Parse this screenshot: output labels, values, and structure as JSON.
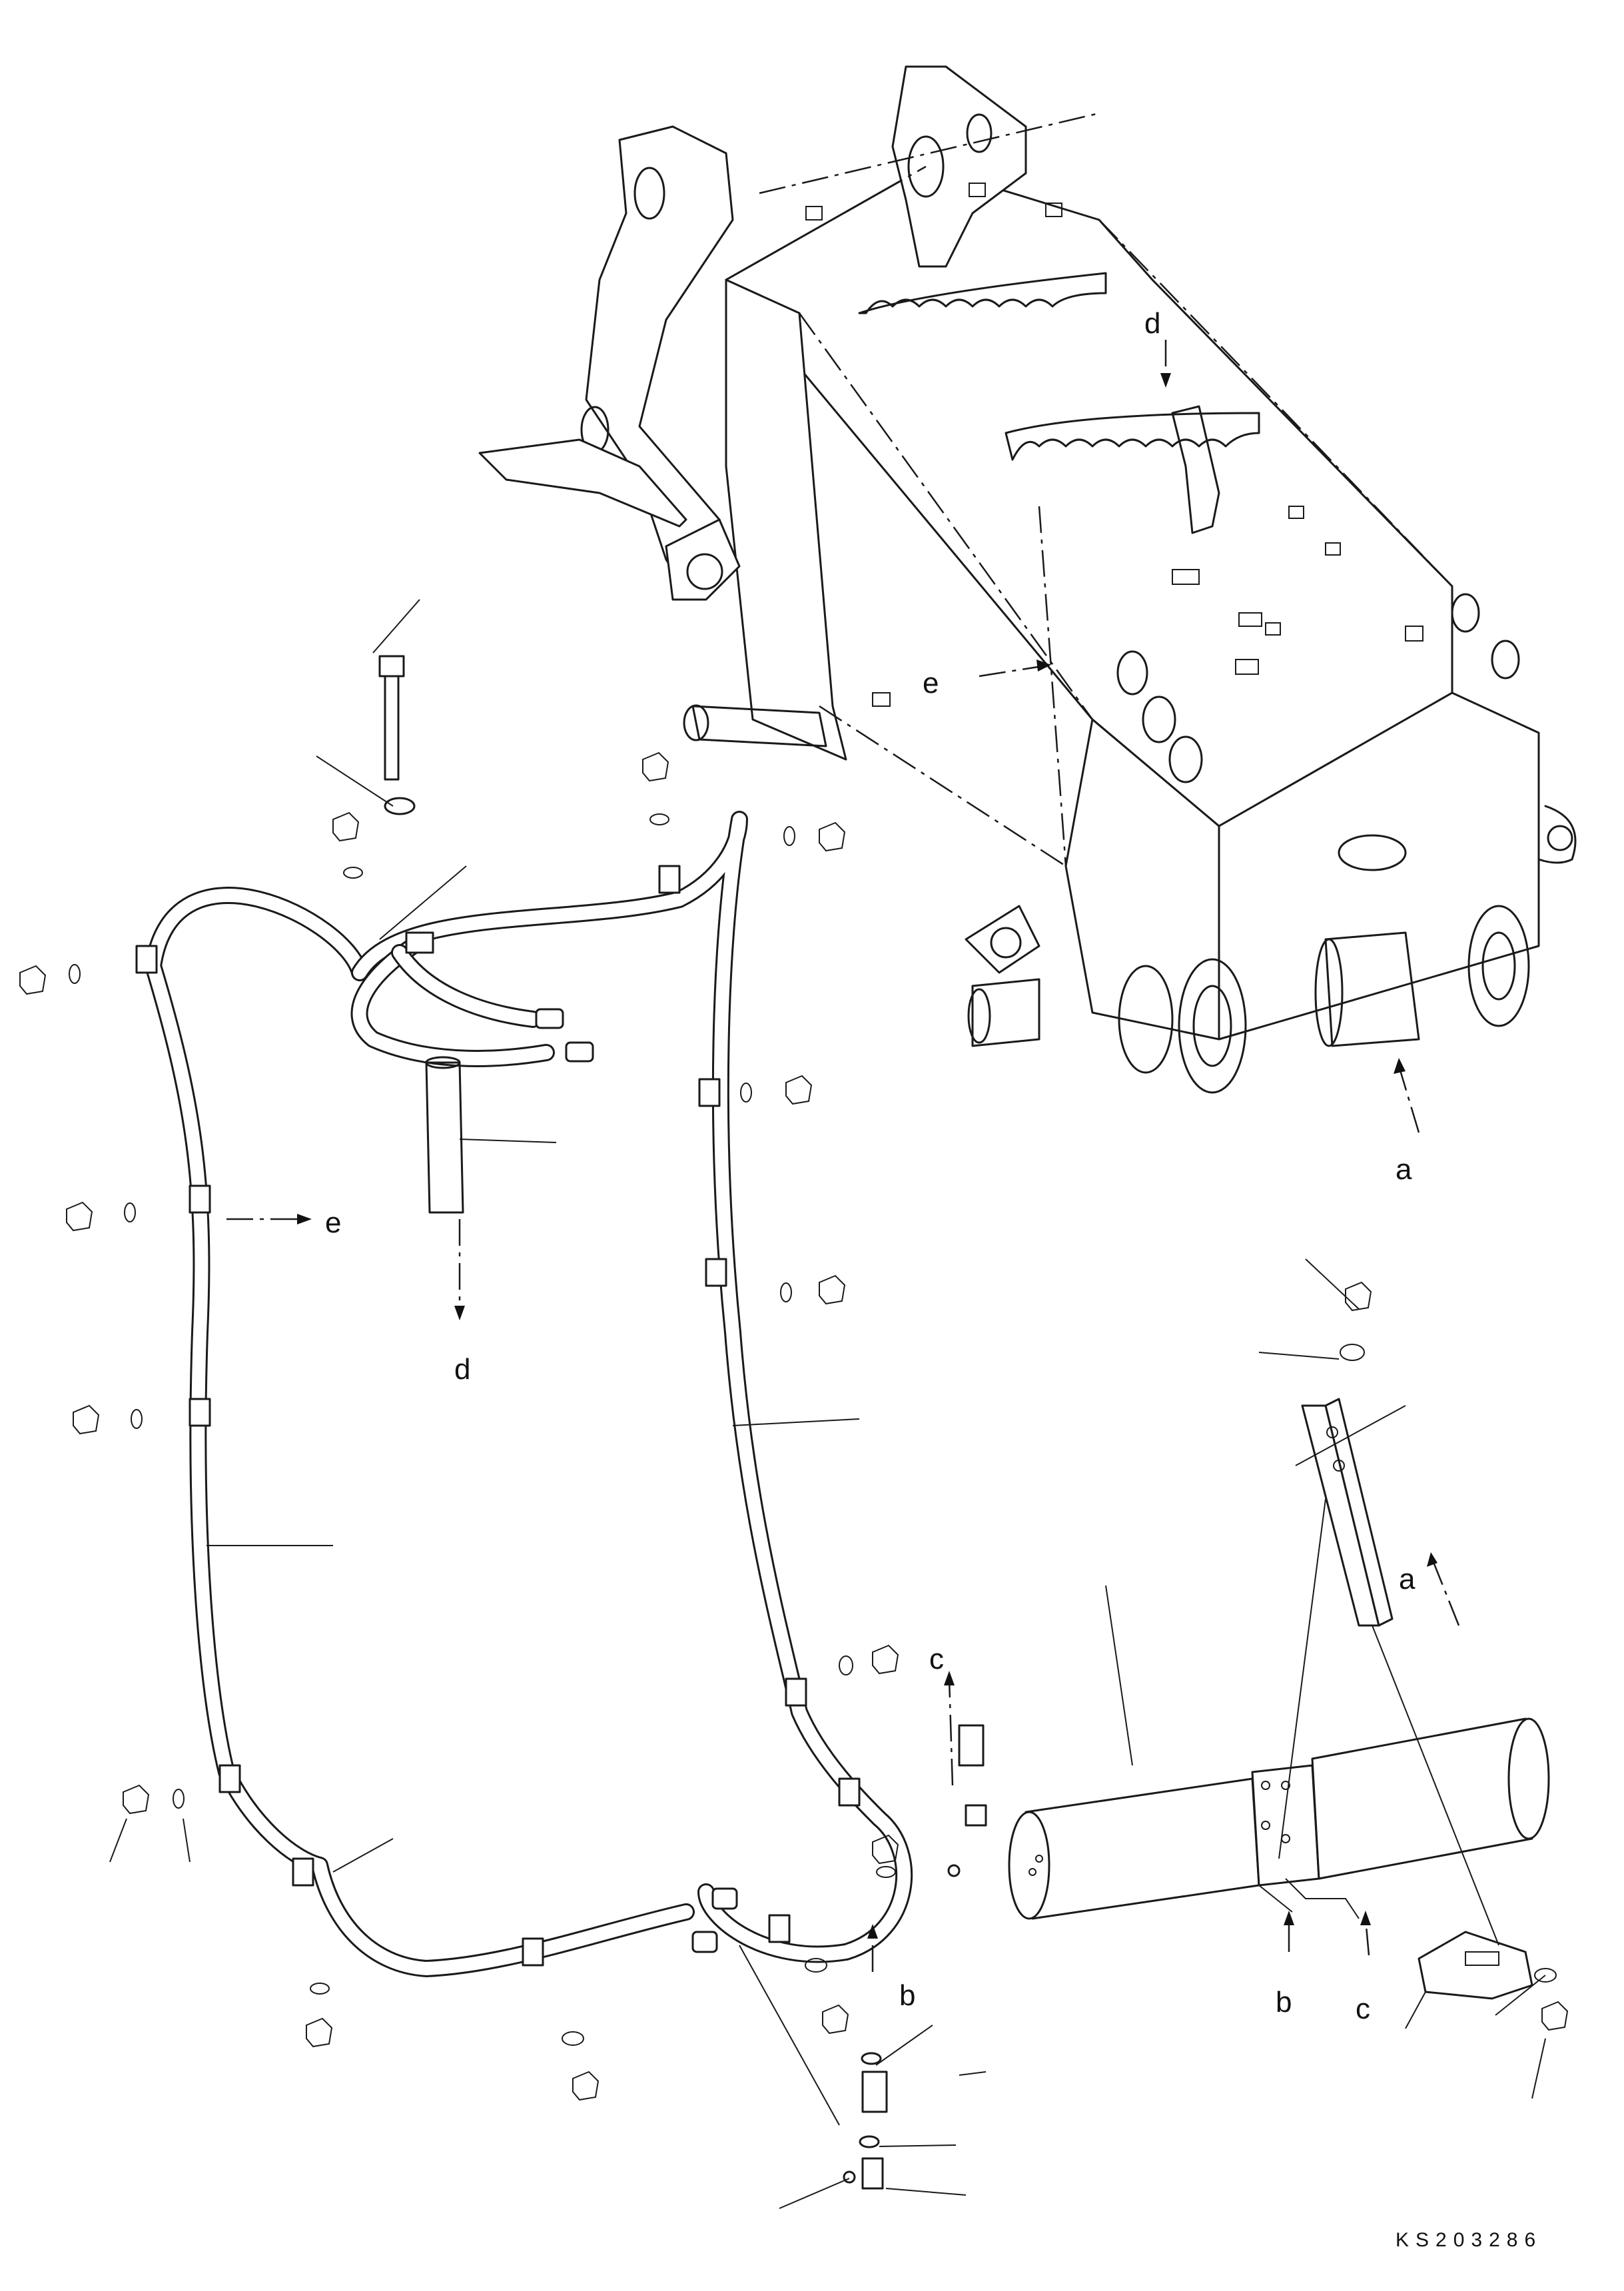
{
  "drawing_code": "KS203286",
  "reference_letters": [
    "a",
    "b",
    "c",
    "d",
    "e"
  ]
}
